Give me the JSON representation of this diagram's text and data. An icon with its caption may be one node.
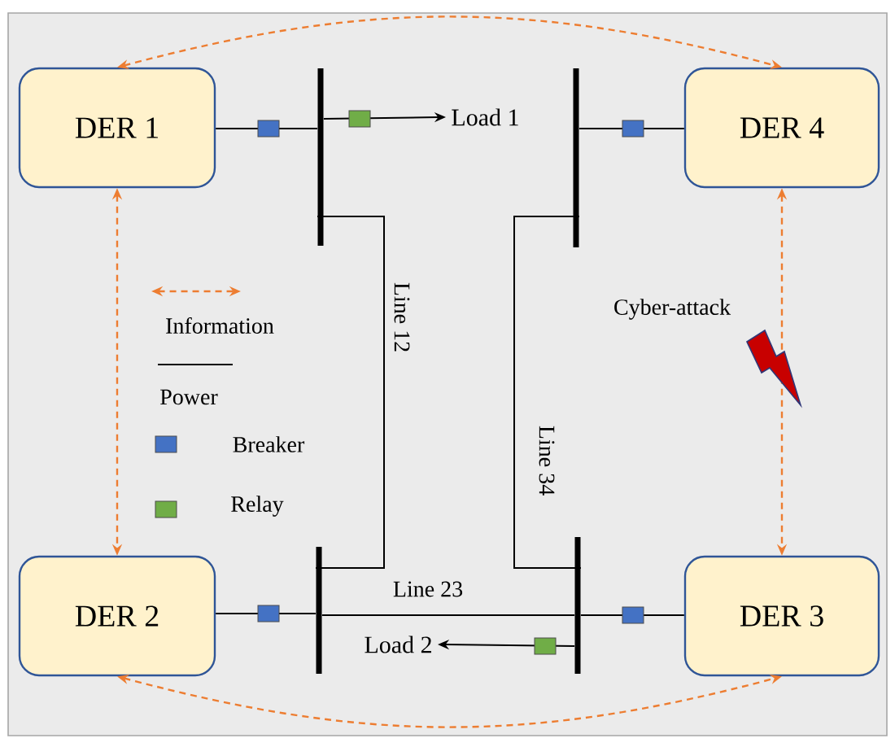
{
  "diagram": {
    "nodes": [
      {
        "text": [
          "DER 1"
        ]
      },
      {
        "text": [
          "DER 4"
        ]
      },
      {
        "text": [
          "DER 2"
        ]
      },
      {
        "text": [
          "DER 3"
        ]
      },
      {
        "text": [],
        "shape": "bar"
      },
      {
        "text": [],
        "shape": "bar"
      },
      {
        "text": [],
        "shape": "bar"
      },
      {
        "text": [],
        "shape": "bar"
      },
      {
        "text": [
          "Load 1"
        ]
      },
      {
        "text": [
          "Load 2"
        ]
      }
    ],
    "edges": [
      {
        "from": 0,
        "to": 4,
        "arrow": "none"
      },
      {
        "from": 1,
        "to": 5,
        "arrow": "none"
      },
      {
        "from": 2,
        "to": 6,
        "arrow": "none"
      },
      {
        "from": 3,
        "to": 7,
        "arrow": "none"
      },
      {
        "from": 4,
        "to": 8,
        "arrow": "to"
      },
      {
        "from": 7,
        "to": 9,
        "arrow": "to"
      },
      {
        "from": 4,
        "to": 6,
        "arrow": "none",
        "label": "Line 12"
      },
      {
        "from": 5,
        "to": 7,
        "arrow": "none",
        "label": "Line 34"
      },
      {
        "from": 6,
        "to": 7,
        "arrow": "none",
        "label": "Line 23"
      },
      {
        "from": 0,
        "to": 1,
        "arrow": "both",
        "style": "dashed",
        "color": "#ed7d31"
      },
      {
        "from": 0,
        "to": 2,
        "arrow": "both",
        "style": "dashed",
        "color": "#ed7d31"
      },
      {
        "from": 1,
        "to": 3,
        "arrow": "both",
        "style": "dashed",
        "color": "#ed7d31"
      },
      {
        "from": 2,
        "to": 3,
        "arrow": "both",
        "style": "dashed",
        "color": "#ed7d31"
      }
    ],
    "labels": [
      "Cyber-attack"
    ],
    "legend": [
      {
        "text": "Information"
      },
      {
        "text": "Power"
      },
      {
        "text": "Breaker",
        "color": "#4472c4"
      },
      {
        "text": "Relay",
        "color": "#70ad47"
      }
    ]
  }
}
